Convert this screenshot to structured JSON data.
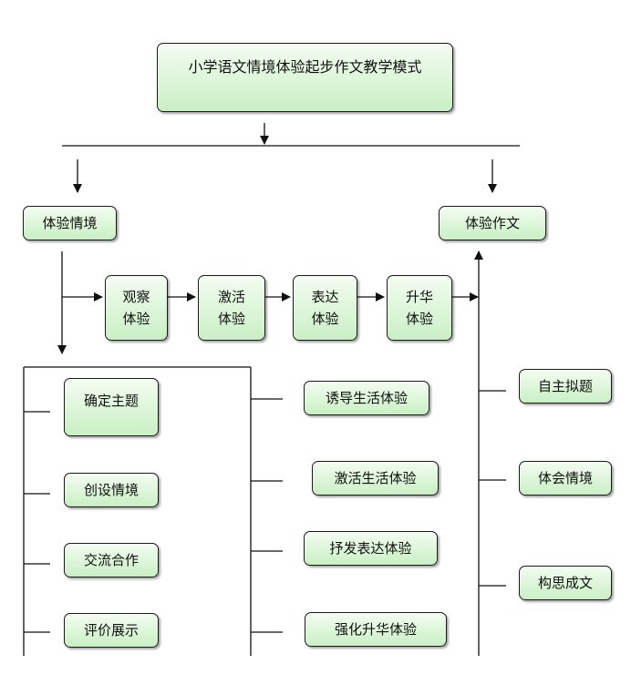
{
  "title": "小学语文情境体验起步作文教学模式",
  "left_branch": "体验情境",
  "right_branch": "体验作文",
  "flow_steps": [
    {
      "line1": "观察",
      "line2": "体验"
    },
    {
      "line1": "激活",
      "line2": "体验"
    },
    {
      "line1": "表达",
      "line2": "体验"
    },
    {
      "line1": "升华",
      "line2": "体验"
    }
  ],
  "left_column": [
    "确定主题",
    "创设情境",
    "交流合作",
    "评价展示"
  ],
  "middle_column": [
    "诱导生活体验",
    "激活生活体验",
    "抒发表达体验",
    "强化升华体验"
  ],
  "right_column": [
    "自主拟题",
    "体会情境",
    "构思成文"
  ]
}
